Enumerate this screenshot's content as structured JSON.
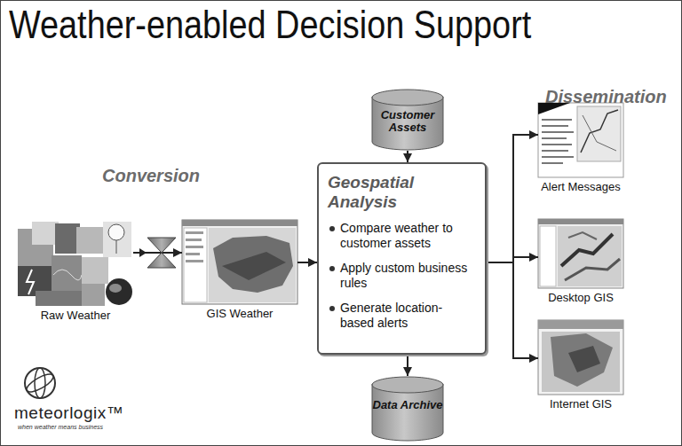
{
  "diagram": {
    "title": "Weather-enabled Decision Support",
    "nodes": [
      {
        "text": [
          "Raw Weather"
        ]
      },
      {
        "text": [
          "GIS Weather"
        ]
      },
      {
        "text": [
          "Customer Assets"
        ]
      },
      {
        "text": [
          "Geospatial Analysis",
          "Compare weather to customer assets",
          "Apply custom business rules",
          "Generate location-based alerts"
        ]
      },
      {
        "text": [
          "Data Archive"
        ]
      },
      {
        "text": [
          "Alert Messages"
        ]
      },
      {
        "text": [
          "Desktop GIS"
        ]
      },
      {
        "text": [
          "Internet GIS"
        ]
      }
    ],
    "edges": [
      {
        "from": 0,
        "to": 1,
        "arrow": "to"
      },
      {
        "from": 1,
        "to": 3,
        "arrow": "to"
      },
      {
        "from": 2,
        "to": 3,
        "arrow": "to"
      },
      {
        "from": 3,
        "to": 4,
        "arrow": "to"
      },
      {
        "from": 3,
        "to": 5,
        "arrow": "to"
      },
      {
        "from": 3,
        "to": 6,
        "arrow": "to"
      },
      {
        "from": 3,
        "to": 7,
        "arrow": "to"
      }
    ],
    "labels": [
      "Conversion",
      "Dissemination",
      "meteorlogix™",
      "when weather means business"
    ]
  }
}
